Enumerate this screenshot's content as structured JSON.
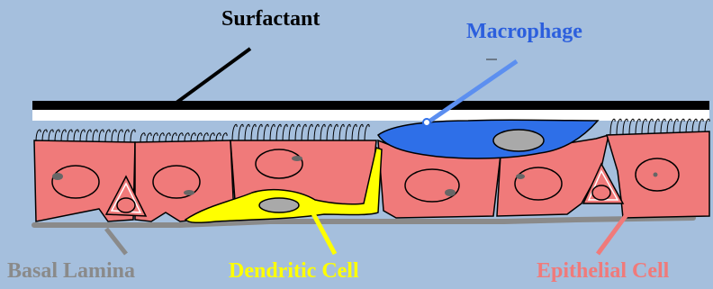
{
  "labels": {
    "surfactant": "Surfactant",
    "macrophage": "Macrophage",
    "basal_lamina": "Basal Lamina",
    "dendritic_cell": "Dendritic Cell",
    "epithelial_cell": "Epithelial Cell"
  },
  "colors": {
    "background": "#a5bfdd",
    "surfactant": "#000000",
    "macrophage": "#2e6fe8",
    "macrophage_label": "#2c5fdd",
    "basal_lamina": "#8a8a8a",
    "dendritic_cell": "#ffff00",
    "epithelial_cell": "#f07a7a",
    "nucleus": "#a9a9a9"
  }
}
